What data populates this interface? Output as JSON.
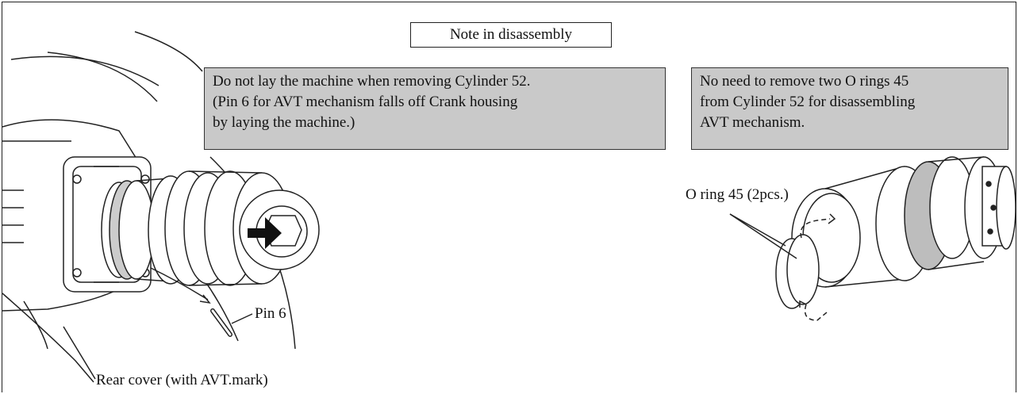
{
  "figure": {
    "title": "Note in disassembly",
    "note_left": "Do not lay the machine when removing Cylinder 52.\n(Pin 6 for AVT mechanism falls off Crank housing\n by laying the machine.)",
    "note_right": "No need to remove two O rings 45\nfrom Cylinder 52 for disassembling\nAVT mechanism.",
    "labels": {
      "pin": "Pin 6",
      "rear_cover": "Rear cover (with AVT.mark)",
      "o_ring": "O ring 45 (2pcs.)"
    },
    "colors": {
      "note_fill": "#c9c9c9",
      "line": "#222222",
      "ring_fill": "#bdbdbd"
    }
  }
}
